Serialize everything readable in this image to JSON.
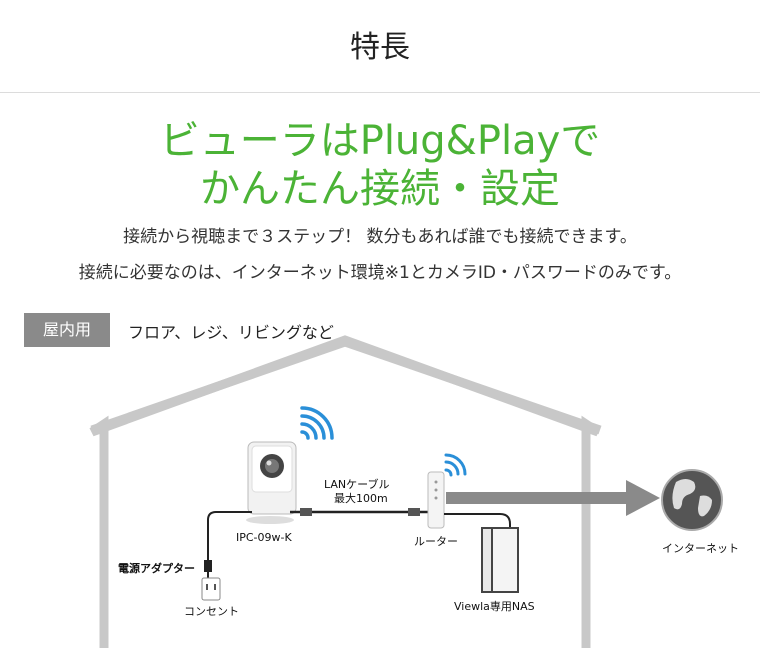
{
  "header": {
    "title": "特長"
  },
  "headline": {
    "line1": "ビューラはPlug&Playで",
    "line2": "かんたん接続・設定"
  },
  "description": {
    "line1": "接続から視聴まで３ステップ！ 数分もあれば誰でも接続できます。",
    "line2": "接続に必要なのは、インターネット環境※1とカメラID・パスワードのみです。"
  },
  "diagram": {
    "tag": "屋内用",
    "tag_desc": "フロア、レジ、リビングなど",
    "camera_label": "IPC-09w-K",
    "cable_label_1": "LANケーブル",
    "cable_label_2": "最大100m",
    "router_label": "ルーター",
    "adapter_label": "電源アダプター",
    "outlet_label": "コンセント",
    "nas_label": "Viewla専用NAS",
    "internet_label": "インターネット"
  },
  "colors": {
    "headline": "#4bb336",
    "wifi": "#2a8fd8",
    "house": "#c8c8c8",
    "tag_bg": "#8a8a8a"
  }
}
